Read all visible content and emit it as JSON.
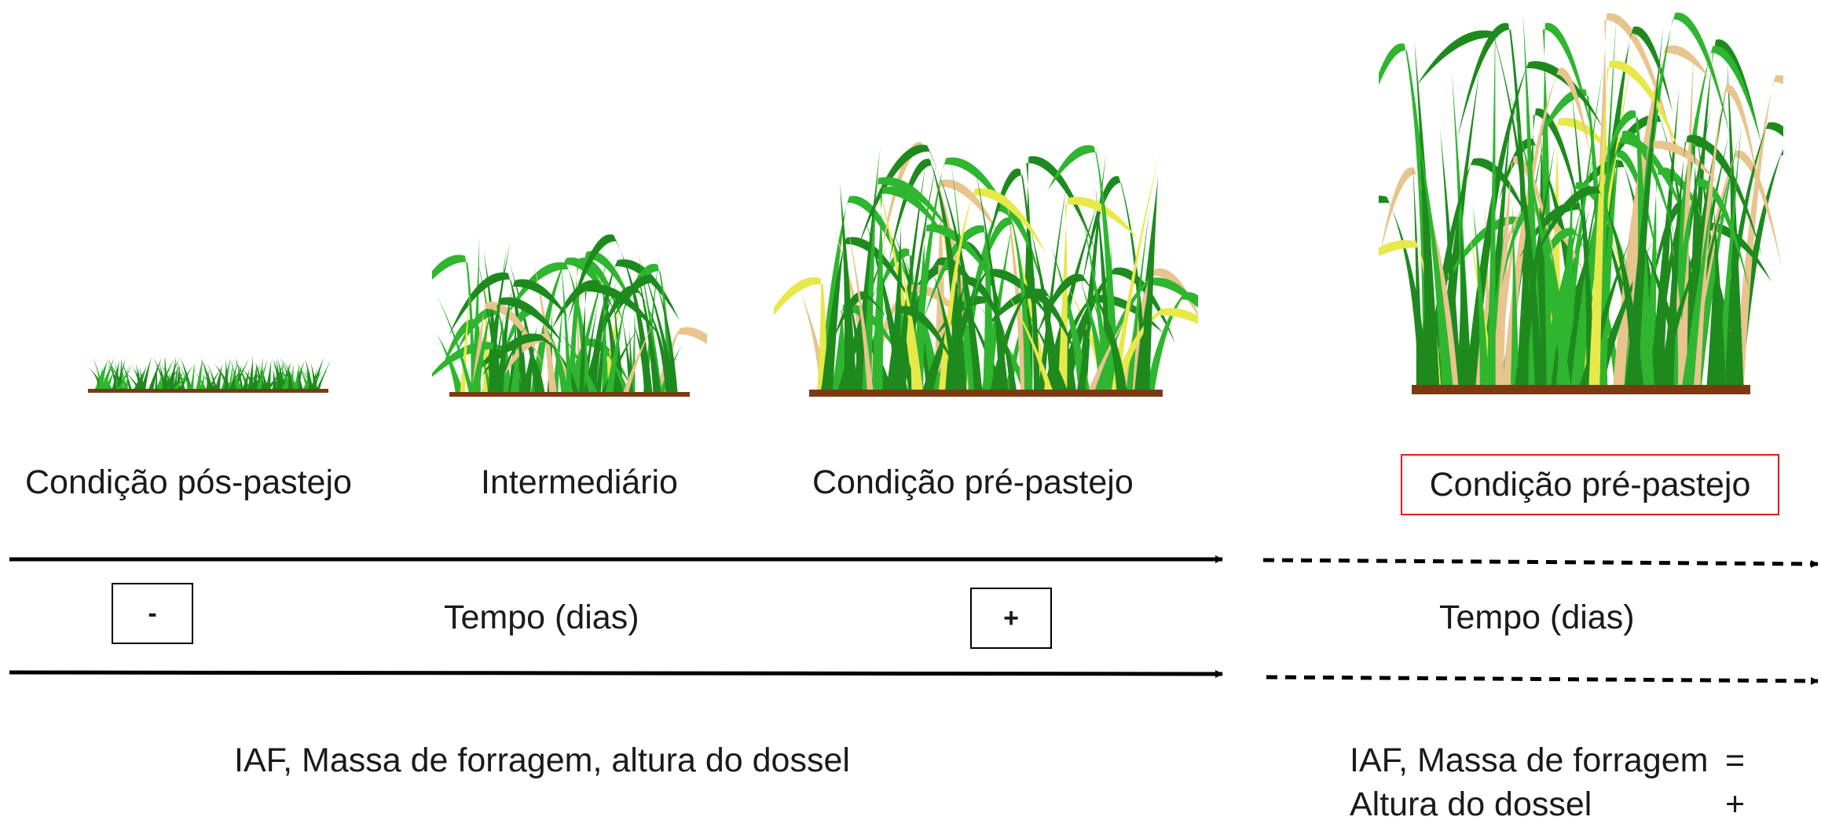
{
  "stages": [
    {
      "label": "Condição pós-pastejo"
    },
    {
      "label": "Intermediário"
    },
    {
      "label": "Condição pré-pastejo"
    },
    {
      "label": "Condição pré-pastejo"
    }
  ],
  "left_axis": {
    "minus": "-",
    "time_label": "Tempo (dias)",
    "plus": "+",
    "variables": "IAF, Massa de forragem, altura do dossel"
  },
  "right_axis": {
    "time_label": "Tempo (dias)",
    "variables": [
      {
        "name": "IAF, Massa de forragem",
        "sign": "="
      },
      {
        "name": "Altura do dossel",
        "sign": "+"
      }
    ]
  },
  "colors": {
    "grass_dark": "#1e8a1e",
    "grass_light": "#2fb52f",
    "dry_leaf": "#e8c48e",
    "yellow_leaf": "#e7e84a",
    "soil": "#7a3b12",
    "highlight_border": "#e41a1c"
  }
}
